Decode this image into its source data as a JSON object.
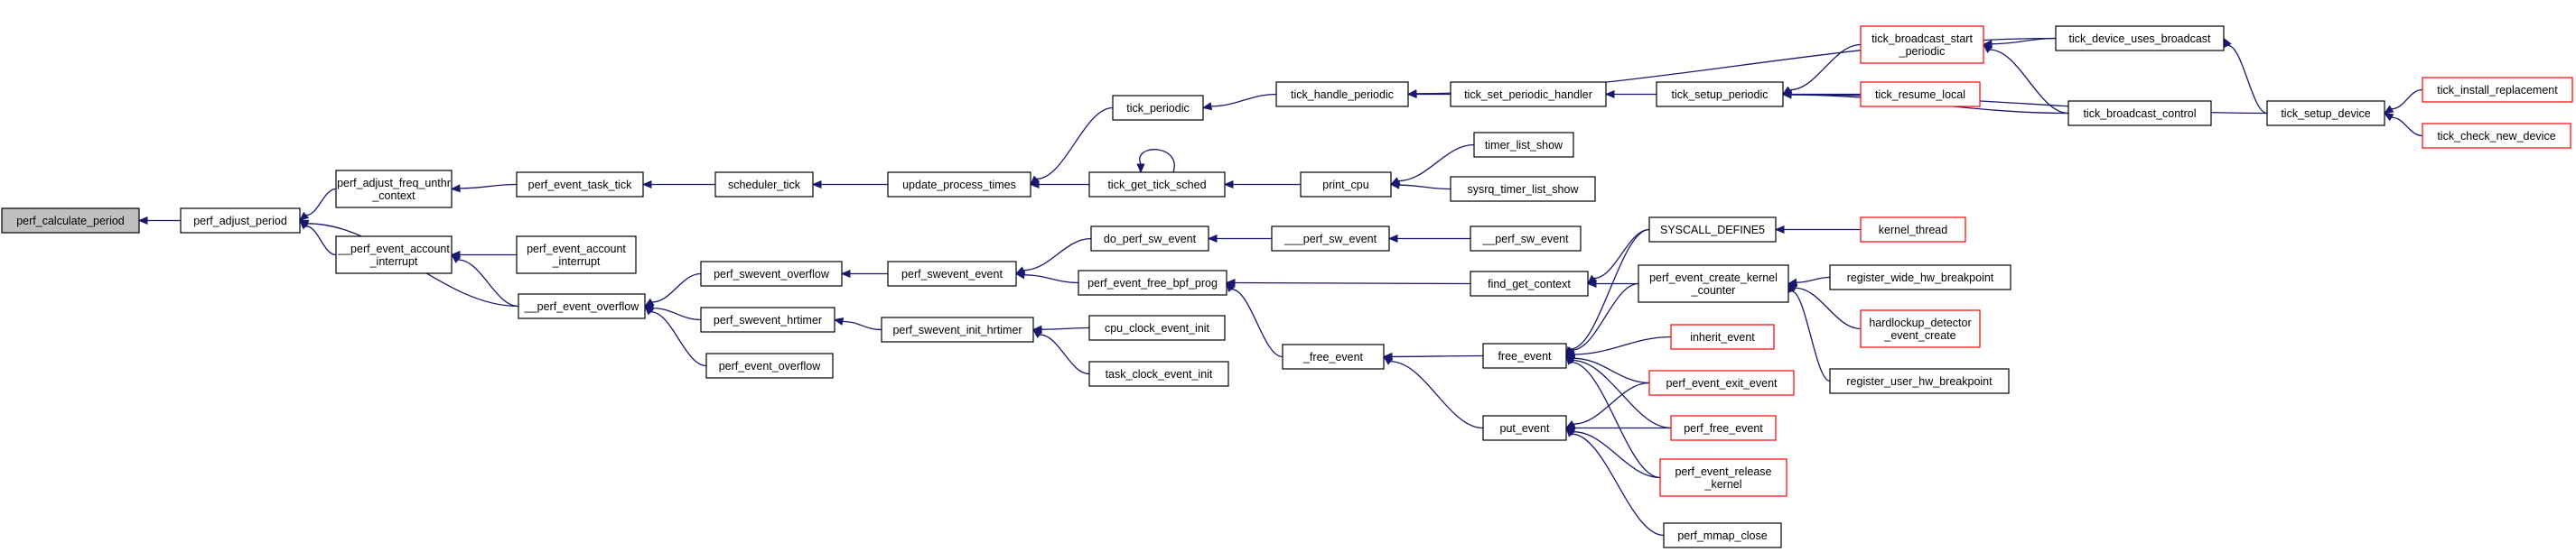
{
  "colors": {
    "edge": "#191970",
    "node_border": "#000000",
    "truncated_border": "#ff0000",
    "root_fill": "#bfbfbf",
    "node_fill": "#ffffff"
  },
  "nodes": [
    {
      "id": "perf_calculate_period",
      "lines": [
        "perf_calculate_period"
      ],
      "root": true
    },
    {
      "id": "perf_adjust_period",
      "lines": [
        "perf_adjust_period"
      ]
    },
    {
      "id": "perf_adjust_freq_unthr_context",
      "lines": [
        "perf_adjust_freq_unthr",
        "_context"
      ]
    },
    {
      "id": "__perf_event_account_interrupt",
      "lines": [
        "__perf_event_account",
        "_interrupt"
      ]
    },
    {
      "id": "__perf_event_overflow",
      "lines": [
        "__perf_event_overflow"
      ]
    },
    {
      "id": "perf_event_account_interrupt",
      "lines": [
        "perf_event_account",
        "_interrupt"
      ]
    },
    {
      "id": "perf_event_task_tick",
      "lines": [
        "perf_event_task_tick"
      ]
    },
    {
      "id": "scheduler_tick",
      "lines": [
        "scheduler_tick"
      ]
    },
    {
      "id": "update_process_times",
      "lines": [
        "update_process_times"
      ]
    },
    {
      "id": "tick_periodic",
      "lines": [
        "tick_periodic"
      ]
    },
    {
      "id": "tick_get_tick_sched",
      "lines": [
        "tick_get_tick_sched"
      ]
    },
    {
      "id": "tick_handle_periodic",
      "lines": [
        "tick_handle_periodic"
      ]
    },
    {
      "id": "print_cpu",
      "lines": [
        "print_cpu"
      ]
    },
    {
      "id": "tick_set_periodic_handler",
      "lines": [
        "tick_set_periodic_handler"
      ]
    },
    {
      "id": "tick_setup_periodic",
      "lines": [
        "tick_setup_periodic"
      ]
    },
    {
      "id": "tick_broadcast_start_periodic",
      "lines": [
        "tick_broadcast_start",
        "_periodic"
      ],
      "truncated": true
    },
    {
      "id": "tick_resume_local",
      "lines": [
        "tick_resume_local"
      ],
      "truncated": true
    },
    {
      "id": "tick_broadcast_control",
      "lines": [
        "tick_broadcast_control"
      ]
    },
    {
      "id": "tick_device_uses_broadcast",
      "lines": [
        "tick_device_uses_broadcast"
      ]
    },
    {
      "id": "tick_setup_device",
      "lines": [
        "tick_setup_device"
      ]
    },
    {
      "id": "tick_install_replacement",
      "lines": [
        "tick_install_replacement"
      ],
      "truncated": true
    },
    {
      "id": "tick_check_new_device",
      "lines": [
        "tick_check_new_device"
      ],
      "truncated": true
    },
    {
      "id": "timer_list_show",
      "lines": [
        "timer_list_show"
      ]
    },
    {
      "id": "sysrq_timer_list_show",
      "lines": [
        "sysrq_timer_list_show"
      ]
    },
    {
      "id": "perf_swevent_overflow",
      "lines": [
        "perf_swevent_overflow"
      ]
    },
    {
      "id": "perf_swevent_hrtimer",
      "lines": [
        "perf_swevent_hrtimer"
      ]
    },
    {
      "id": "perf_event_overflow",
      "lines": [
        "perf_event_overflow"
      ]
    },
    {
      "id": "perf_swevent_event",
      "lines": [
        "perf_swevent_event"
      ]
    },
    {
      "id": "do_perf_sw_event",
      "lines": [
        "do_perf_sw_event"
      ]
    },
    {
      "id": "perf_event_free_bpf_prog",
      "lines": [
        "perf_event_free_bpf_prog"
      ]
    },
    {
      "id": "___perf_sw_event",
      "lines": [
        "___perf_sw_event"
      ]
    },
    {
      "id": "__perf_sw_event",
      "lines": [
        "__perf_sw_event"
      ]
    },
    {
      "id": "find_get_context",
      "lines": [
        "find_get_context"
      ]
    },
    {
      "id": "_free_event",
      "lines": [
        "_free_event"
      ]
    },
    {
      "id": "perf_swevent_init_hrtimer",
      "lines": [
        "perf_swevent_init_hrtimer"
      ]
    },
    {
      "id": "cpu_clock_event_init",
      "lines": [
        "cpu_clock_event_init"
      ]
    },
    {
      "id": "task_clock_event_init",
      "lines": [
        "task_clock_event_init"
      ]
    },
    {
      "id": "free_event",
      "lines": [
        "free_event"
      ]
    },
    {
      "id": "put_event",
      "lines": [
        "put_event"
      ]
    },
    {
      "id": "SYSCALL_DEFINE5",
      "lines": [
        "SYSCALL_DEFINE5"
      ]
    },
    {
      "id": "kernel_thread",
      "lines": [
        "kernel_thread"
      ],
      "truncated": true
    },
    {
      "id": "perf_event_create_kernel_counter",
      "lines": [
        "perf_event_create_kernel",
        "_counter"
      ]
    },
    {
      "id": "register_wide_hw_breakpoint",
      "lines": [
        "register_wide_hw_breakpoint"
      ]
    },
    {
      "id": "hardlockup_detector_event_create",
      "lines": [
        "hardlockup_detector",
        "_event_create"
      ],
      "truncated": true
    },
    {
      "id": "register_user_hw_breakpoint",
      "lines": [
        "register_user_hw_breakpoint"
      ]
    },
    {
      "id": "inherit_event",
      "lines": [
        "inherit_event"
      ],
      "truncated": true
    },
    {
      "id": "perf_event_exit_event",
      "lines": [
        "perf_event_exit_event"
      ],
      "truncated": true
    },
    {
      "id": "perf_free_event",
      "lines": [
        "perf_free_event"
      ],
      "truncated": true
    },
    {
      "id": "perf_event_release_kernel",
      "lines": [
        "perf_event_release",
        "_kernel"
      ],
      "truncated": true
    },
    {
      "id": "perf_mmap_close",
      "lines": [
        "perf_mmap_close"
      ]
    }
  ],
  "edges": [
    [
      "perf_adjust_period",
      "perf_calculate_period"
    ],
    [
      "perf_adjust_freq_unthr_context",
      "perf_adjust_period"
    ],
    [
      "__perf_event_account_interrupt",
      "perf_adjust_period"
    ],
    [
      "__perf_event_overflow",
      "perf_adjust_period"
    ],
    [
      "perf_event_task_tick",
      "perf_adjust_freq_unthr_context"
    ],
    [
      "scheduler_tick",
      "perf_event_task_tick"
    ],
    [
      "update_process_times",
      "scheduler_tick"
    ],
    [
      "tick_periodic",
      "update_process_times"
    ],
    [
      "tick_get_tick_sched",
      "update_process_times"
    ],
    [
      "tick_handle_periodic",
      "tick_periodic"
    ],
    [
      "tick_get_tick_sched",
      "tick_get_tick_sched"
    ],
    [
      "print_cpu",
      "tick_get_tick_sched"
    ],
    [
      "tick_set_periodic_handler",
      "tick_handle_periodic"
    ],
    [
      "tick_device_uses_broadcast",
      "tick_handle_periodic"
    ],
    [
      "tick_setup_periodic",
      "tick_set_periodic_handler"
    ],
    [
      "tick_broadcast_start_periodic",
      "tick_setup_periodic"
    ],
    [
      "tick_resume_local",
      "tick_setup_periodic"
    ],
    [
      "tick_broadcast_control",
      "tick_setup_periodic"
    ],
    [
      "tick_setup_device",
      "tick_setup_periodic"
    ],
    [
      "tick_device_uses_broadcast",
      "tick_broadcast_start_periodic"
    ],
    [
      "tick_broadcast_control",
      "tick_broadcast_start_periodic"
    ],
    [
      "tick_setup_device",
      "tick_device_uses_broadcast"
    ],
    [
      "tick_install_replacement",
      "tick_setup_device"
    ],
    [
      "tick_check_new_device",
      "tick_setup_device"
    ],
    [
      "timer_list_show",
      "print_cpu"
    ],
    [
      "sysrq_timer_list_show",
      "print_cpu"
    ],
    [
      "perf_event_account_interrupt",
      "__perf_event_account_interrupt"
    ],
    [
      "__perf_event_overflow",
      "__perf_event_account_interrupt"
    ],
    [
      "perf_swevent_overflow",
      "__perf_event_overflow"
    ],
    [
      "perf_swevent_hrtimer",
      "__perf_event_overflow"
    ],
    [
      "perf_event_overflow",
      "__perf_event_overflow"
    ],
    [
      "perf_swevent_event",
      "perf_swevent_overflow"
    ],
    [
      "do_perf_sw_event",
      "perf_swevent_event"
    ],
    [
      "perf_event_free_bpf_prog",
      "perf_swevent_event"
    ],
    [
      "___perf_sw_event",
      "do_perf_sw_event"
    ],
    [
      "__perf_sw_event",
      "___perf_sw_event"
    ],
    [
      "find_get_context",
      "perf_event_free_bpf_prog"
    ],
    [
      "_free_event",
      "perf_event_free_bpf_prog"
    ],
    [
      "perf_swevent_init_hrtimer",
      "perf_swevent_hrtimer"
    ],
    [
      "cpu_clock_event_init",
      "perf_swevent_init_hrtimer"
    ],
    [
      "task_clock_event_init",
      "perf_swevent_init_hrtimer"
    ],
    [
      "free_event",
      "_free_event"
    ],
    [
      "put_event",
      "_free_event"
    ],
    [
      "SYSCALL_DEFINE5",
      "find_get_context"
    ],
    [
      "perf_event_create_kernel_counter",
      "find_get_context"
    ],
    [
      "kernel_thread",
      "SYSCALL_DEFINE5"
    ],
    [
      "register_wide_hw_breakpoint",
      "perf_event_create_kernel_counter"
    ],
    [
      "hardlockup_detector_event_create",
      "perf_event_create_kernel_counter"
    ],
    [
      "register_user_hw_breakpoint",
      "perf_event_create_kernel_counter"
    ],
    [
      "SYSCALL_DEFINE5",
      "free_event"
    ],
    [
      "perf_event_create_kernel_counter",
      "free_event"
    ],
    [
      "inherit_event",
      "free_event"
    ],
    [
      "perf_event_exit_event",
      "free_event"
    ],
    [
      "perf_free_event",
      "free_event"
    ],
    [
      "perf_event_release_kernel",
      "free_event"
    ],
    [
      "perf_event_exit_event",
      "put_event"
    ],
    [
      "perf_free_event",
      "put_event"
    ],
    [
      "perf_event_release_kernel",
      "put_event"
    ],
    [
      "perf_mmap_close",
      "put_event"
    ]
  ]
}
